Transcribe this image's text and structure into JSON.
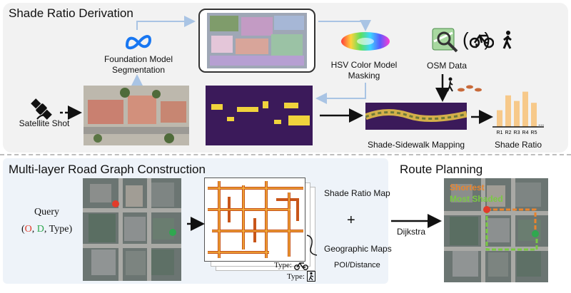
{
  "sections": {
    "shade_ratio_title": "Shade Ratio Derivation",
    "road_graph_title": "Multi-layer Road Graph Construction",
    "route_planning_title": "Route Planning"
  },
  "labels": {
    "satellite_shot": "Satellite Shot",
    "foundation_model_line1": "Foundation Model",
    "foundation_model_line2": "Segmentation",
    "hsv_line1": "HSV Color Model",
    "hsv_line2": "Masking",
    "osm_data": "OSM Data",
    "osm_modes": "( , )",
    "shade_sidewalk_mapping": "Shade-Sidewalk Mapping",
    "shade_ratio": "Shade Ratio",
    "bar_ellipsis": "...",
    "query": "Query",
    "query_open": "(",
    "query_o": "O",
    "query_sep1": ", ",
    "query_d": "D",
    "query_rest": ", Type)",
    "shade_ratio_map": "Shade Ratio Map",
    "plus": "+",
    "geographic_maps": "Geographic Maps",
    "poi_distance": "POI/Distance",
    "type_bike": "Type:",
    "type_walk": "Type:",
    "dijkstra": "Dijkstra",
    "legend_shortest": "Shortest",
    "legend_most_shaded": "Most Shaded"
  },
  "bar_chart": {
    "categories": [
      "R1",
      "R2",
      "R3",
      "R4",
      "R5"
    ],
    "values": [
      0.45,
      0.85,
      0.7,
      0.95,
      0.65
    ],
    "color": "#f7c98a"
  },
  "colors": {
    "origin": "#e23b2a",
    "destination": "#2fa84f",
    "shortest": "#e8842e",
    "most_shaded": "#7ac943",
    "arrow_light": "#a9c4e4",
    "meta_blue": "#1877f2"
  }
}
